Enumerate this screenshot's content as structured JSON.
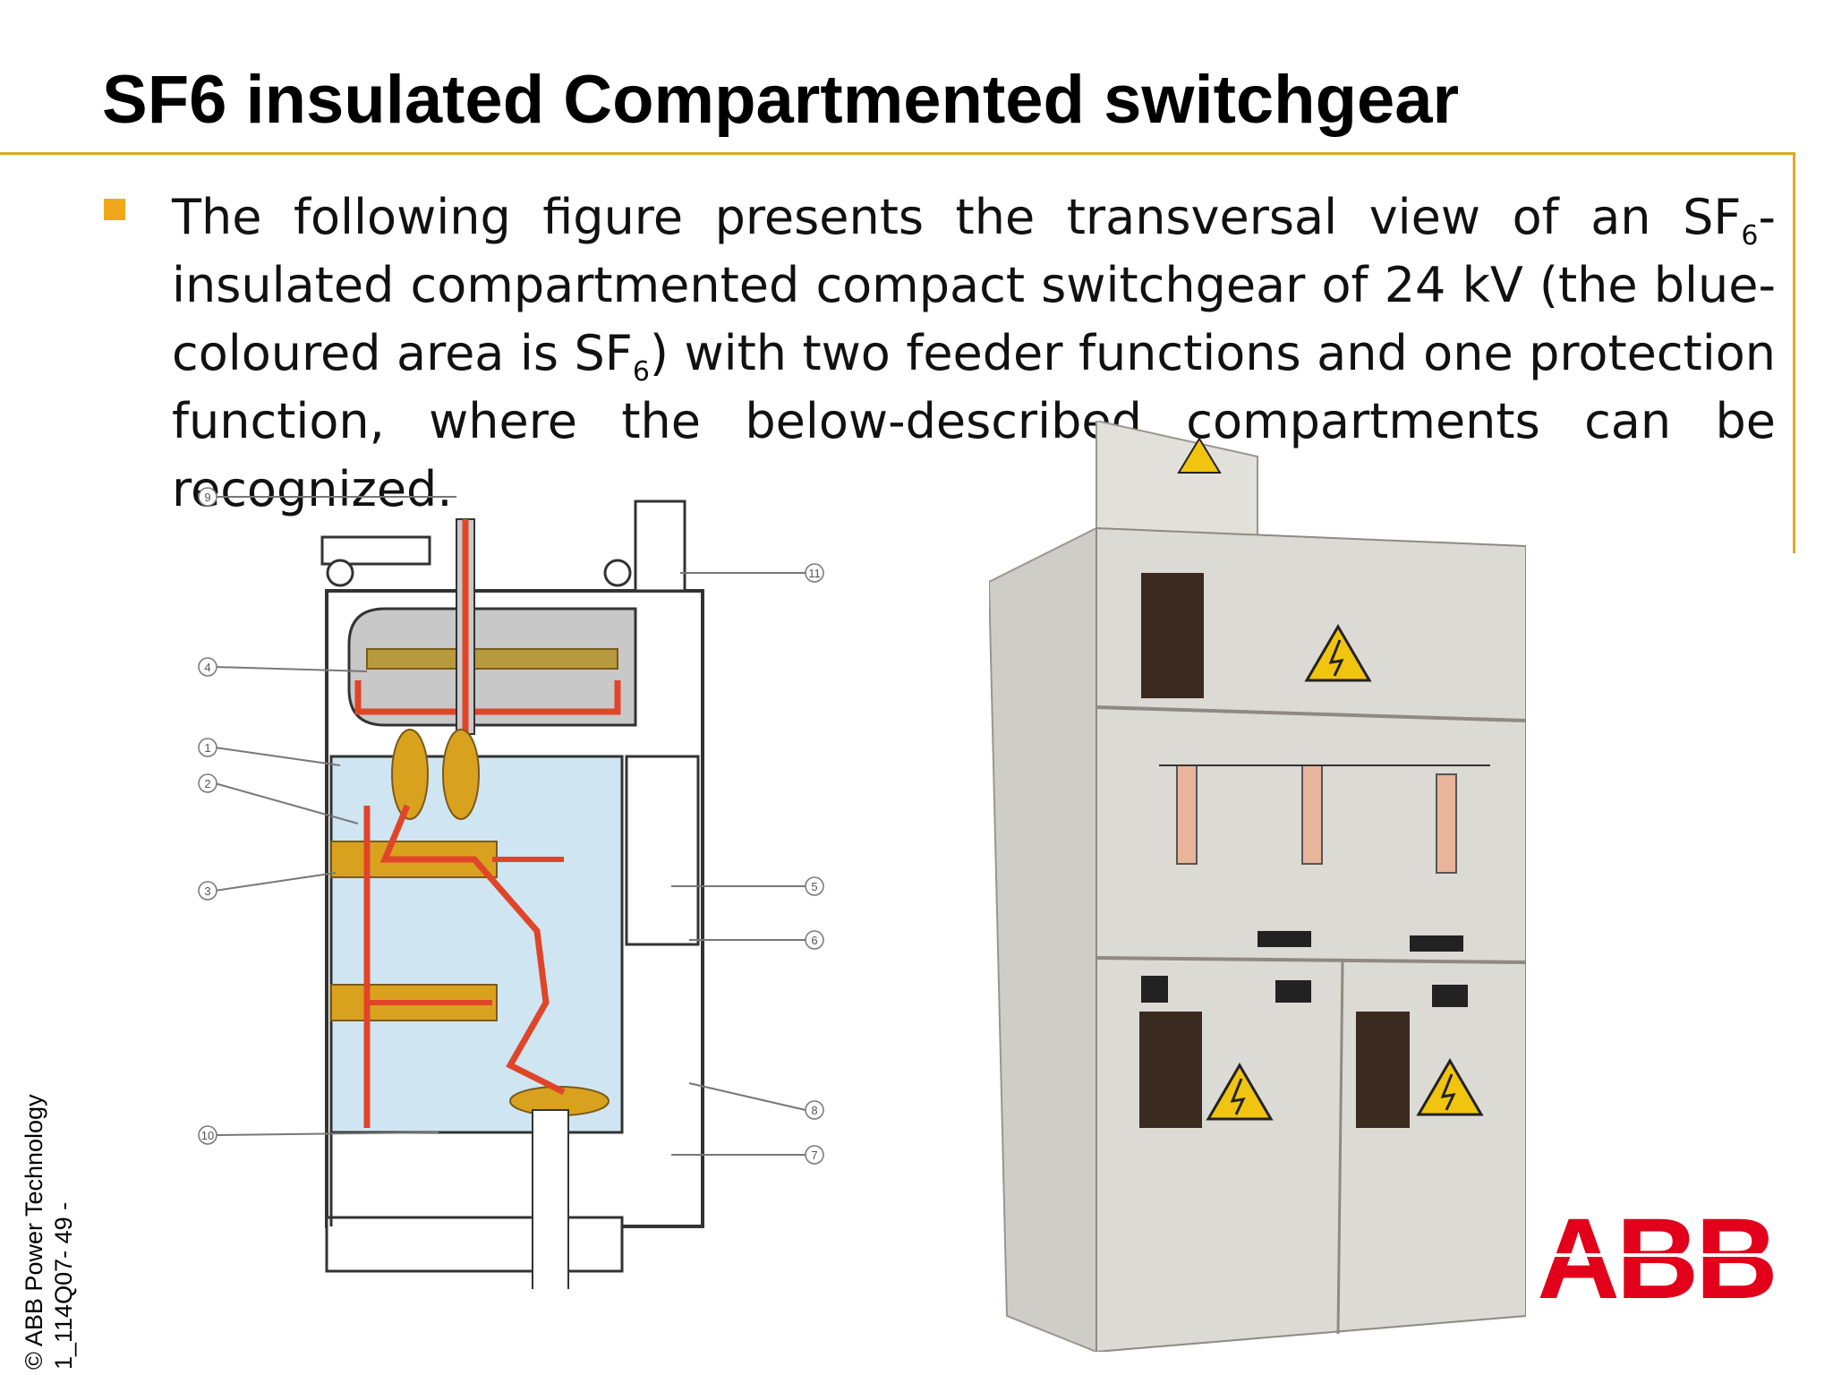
{
  "slide": {
    "title": "SF6 insulated Compartmented switchgear",
    "bullet": {
      "part1": "The following figure presents the transversal view of an SF",
      "sub1": "6",
      "part2": "-insulated compartmented compact switchgear of 24 kV (the blue-coloured area is SF",
      "sub2": "6",
      "part3": ") with two feeder functions and one protection function, where the below-described compartments can be recognized."
    }
  },
  "diagram": {
    "callouts": [
      "9",
      "4",
      "1",
      "2",
      "3",
      "10",
      "11",
      "5",
      "6",
      "8",
      "7"
    ],
    "colors": {
      "sf6_area": "#cfe6f2",
      "conductor": "#e0452a",
      "insulator": "#d9a21e",
      "line": "#333333"
    }
  },
  "photo": {
    "warning_symbol": "high-voltage-warning-icon",
    "colors": {
      "panel": "#d8d6d0",
      "warning": "#f1c40f"
    }
  },
  "footer": {
    "copyright": "© ABB Power Technology",
    "slide_ref": "1_114Q07- 49 -",
    "logo_text": "ABB",
    "logo_color": "#e2001a"
  },
  "theme": {
    "accent": "#e0a626",
    "bullet": "#f0a81a"
  }
}
